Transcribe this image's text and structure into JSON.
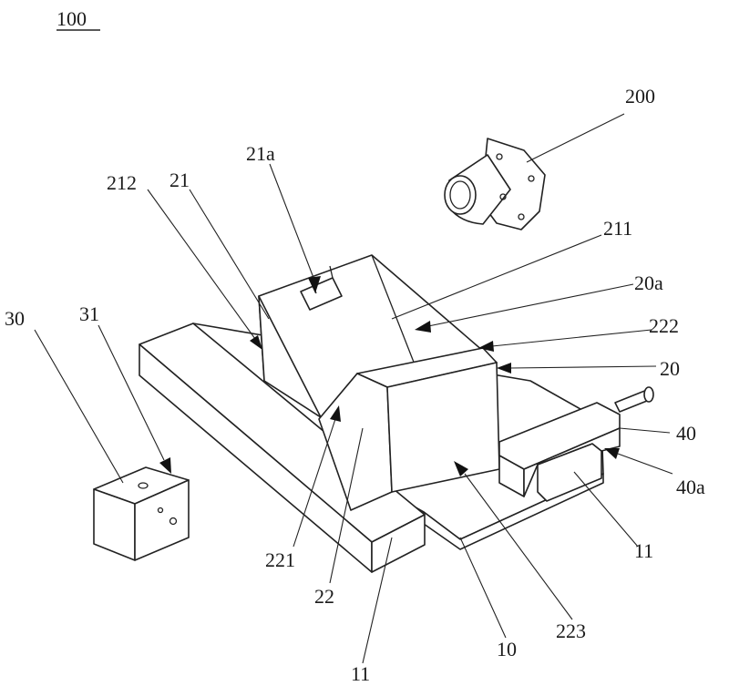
{
  "figure": {
    "title": "100"
  },
  "labels": {
    "l200": "200",
    "l21a": "21a",
    "l212": "212",
    "l21": "21",
    "l211": "211",
    "l20a": "20a",
    "l222": "222",
    "l20": "20",
    "l30": "30",
    "l31": "31",
    "l40": "40",
    "l40a": "40a",
    "l11_right": "11",
    "l221": "221",
    "l22": "22",
    "l223": "223",
    "l10": "10",
    "l11_bottom": "11"
  }
}
